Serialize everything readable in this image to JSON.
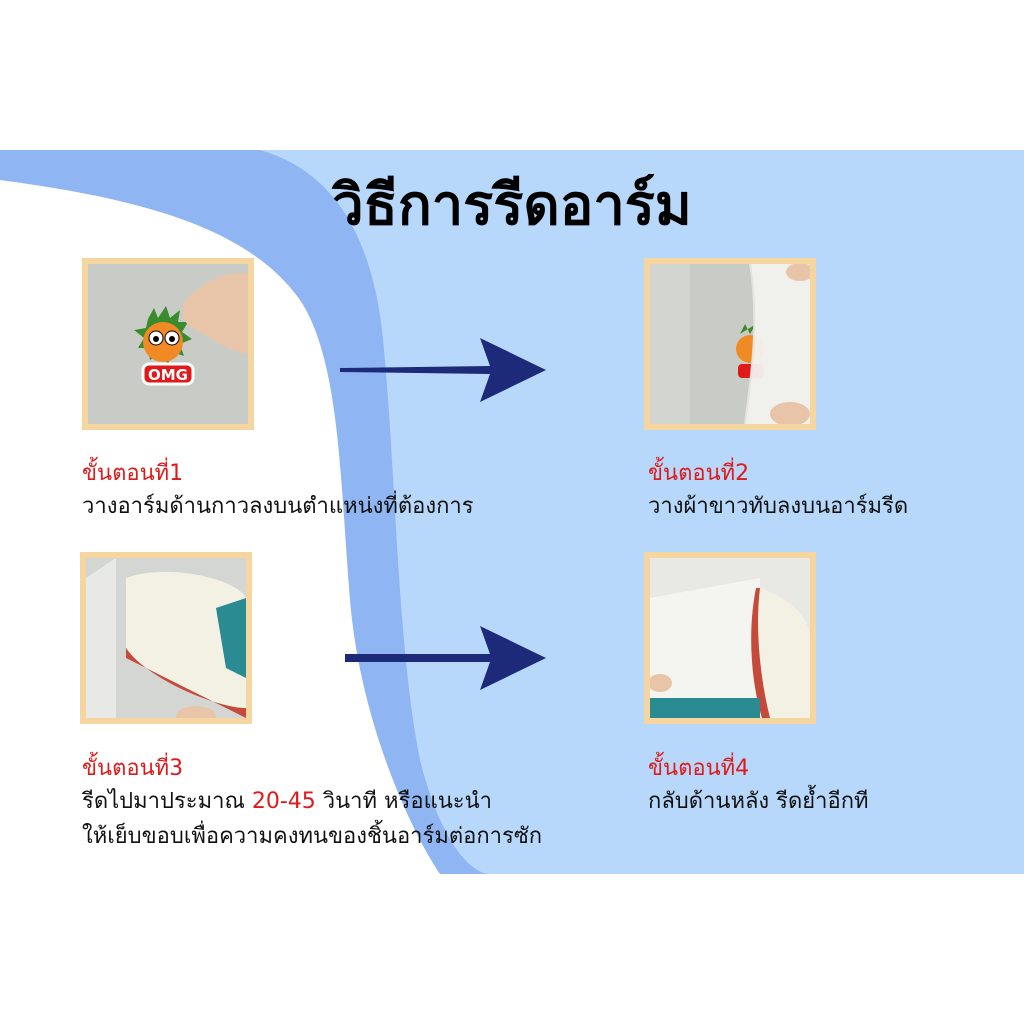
{
  "title": "วิธีการรีดอาร์ม",
  "colors": {
    "light_blue": "#b7d8fb",
    "mid_blue": "#8fb5f3",
    "frame": "#f5d5a0",
    "arrow": "#1d2a7a",
    "step_label": "#e01a1a"
  },
  "steps": [
    {
      "label": "ขั้นตอนที่1",
      "desc_line1": "วางอาร์มด้านกาวลงบนตำแหน่งที่ต้องการ",
      "photo": "hand-placing-patch"
    },
    {
      "label": "ขั้นตอนที่2",
      "desc_line1": "วางผ้าขาวทับลงบนอาร์มรีด",
      "photo": "cloth-over-patch"
    },
    {
      "label": "ขั้นตอนที่3",
      "desc_pre": "รีดไปมาประมาณ ",
      "desc_highlight": "20-45",
      "desc_post": " วินาที หรือแนะนำ",
      "desc_line2": "ให้เย็บขอบเพื่อความคงทนของชิ้นอาร์มต่อการซัก",
      "photo": "iron-on-cloth"
    },
    {
      "label": "ขั้นตอนที่4",
      "desc_line1": "กลับด้านหลัง รีดย้ำอีกที",
      "photo": "iron-reverse-side"
    }
  ],
  "patch_text": "OMG",
  "icons": [
    "arrow-right-icon",
    "arrow-right-icon"
  ]
}
